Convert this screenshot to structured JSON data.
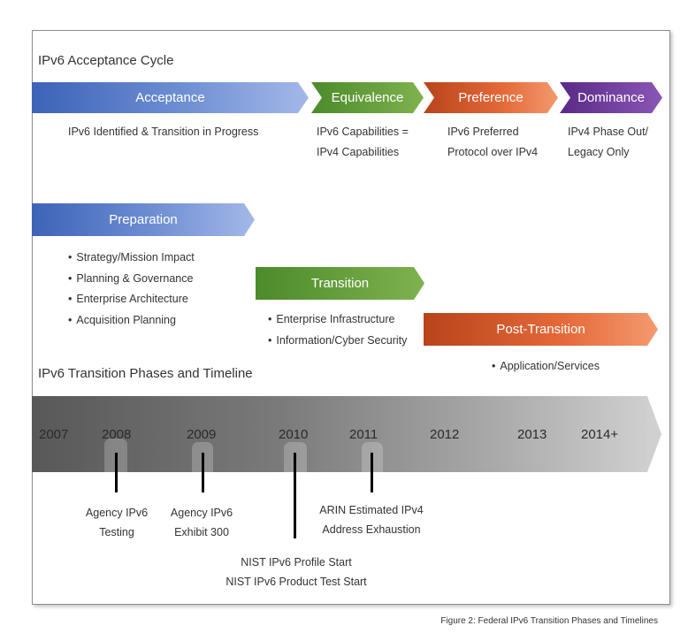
{
  "acceptance_cycle": {
    "title": "IPv6 Acceptance Cycle",
    "stages": [
      {
        "label": "Acceptance",
        "desc": [
          "IPv6 Identified & Transition in Progress"
        ],
        "color": "#5b7fcb"
      },
      {
        "label": "Equivalence",
        "desc": [
          "IPv6 Capabilities =",
          "IPv4 Capabilities"
        ],
        "color": "#6da33f"
      },
      {
        "label": "Preference",
        "desc": [
          "IPv6 Preferred",
          "Protocol over IPv4"
        ],
        "color": "#d85a2a"
      },
      {
        "label": "Dominance",
        "desc": [
          "IPv4 Phase Out/",
          "Legacy Only"
        ],
        "color": "#7a3fa6"
      }
    ]
  },
  "phases": [
    {
      "label": "Preparation",
      "items": [
        "Strategy/Mission Impact",
        "Planning & Governance",
        "Enterprise Architecture",
        "Acquisition Planning"
      ]
    },
    {
      "label": "Transition",
      "items": [
        "Enterprise Infrastructure",
        "Information/Cyber Security"
      ]
    },
    {
      "label": "Post-Transition",
      "items": [
        "Application/Services"
      ]
    }
  ],
  "timeline": {
    "title": "IPv6 Transition Phases and Timeline",
    "years": [
      "2007",
      "2008",
      "2009",
      "2010",
      "2011",
      "2012",
      "2013",
      "2014+"
    ],
    "milestones": [
      {
        "lines": [
          "Agency IPv6",
          "Testing"
        ],
        "year": "2008"
      },
      {
        "lines": [
          "Agency IPv6",
          "Exhibit 300"
        ],
        "year": "2009"
      },
      {
        "lines": [
          "NIST IPv6 Profile Start",
          "NIST IPv6 Product Test Start"
        ],
        "year": "2010"
      },
      {
        "lines": [
          "ARIN Estimated IPv4",
          "Address Exhaustion"
        ],
        "year": "2011"
      }
    ]
  },
  "caption": "Figure 2: Federal IPv6 Transition Phases and Timelines"
}
